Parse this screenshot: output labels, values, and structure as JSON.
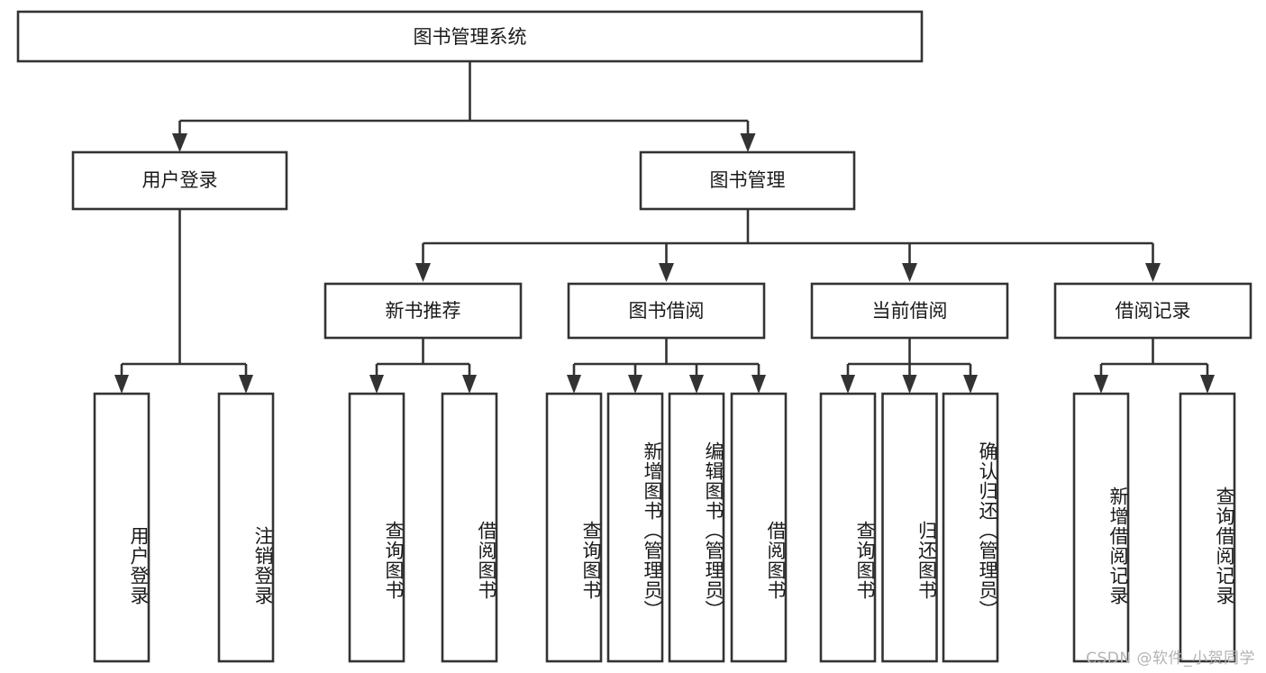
{
  "diagram": {
    "type": "tree-hierarchy",
    "title": "图书管理系统",
    "watermark": "CSDN @软件_小贺同学",
    "colors": {
      "stroke": "#333333",
      "fill": "#ffffff",
      "text": "#1a1a1a",
      "watermark": "#b4b4b4",
      "background": "#ffffff"
    },
    "root": {
      "id": "root",
      "label": "图书管理系统",
      "orientation": "horizontal"
    },
    "level2": [
      {
        "id": "user-login",
        "label": "用户登录",
        "orientation": "horizontal"
      },
      {
        "id": "book-management",
        "label": "图书管理",
        "orientation": "horizontal"
      }
    ],
    "level3": [
      {
        "id": "new-book-recommend",
        "label": "新书推荐",
        "parent": "book-management",
        "orientation": "horizontal"
      },
      {
        "id": "book-borrow",
        "label": "图书借阅",
        "parent": "book-management",
        "orientation": "horizontal"
      },
      {
        "id": "current-borrow",
        "label": "当前借阅",
        "parent": "book-management",
        "orientation": "horizontal"
      },
      {
        "id": "borrow-record",
        "label": "借阅记录",
        "parent": "book-management",
        "orientation": "horizontal"
      }
    ],
    "leaves": [
      {
        "id": "leaf-user-login",
        "label": "用户登录",
        "parent": "user-login",
        "orientation": "vertical"
      },
      {
        "id": "leaf-logout-login",
        "label": "注销登录",
        "parent": "user-login",
        "orientation": "vertical"
      },
      {
        "id": "leaf-query-book-1",
        "label": "查询图书",
        "parent": "new-book-recommend",
        "orientation": "vertical"
      },
      {
        "id": "leaf-borrow-book-1",
        "label": "借阅图书",
        "parent": "new-book-recommend",
        "orientation": "vertical"
      },
      {
        "id": "leaf-query-book-2",
        "label": "查询图书",
        "parent": "book-borrow",
        "orientation": "vertical"
      },
      {
        "id": "leaf-add-book-admin",
        "label": "新增图书（管理员）",
        "parent": "book-borrow",
        "orientation": "vertical"
      },
      {
        "id": "leaf-edit-book-admin",
        "label": "编辑图书（管理员）",
        "parent": "book-borrow",
        "orientation": "vertical"
      },
      {
        "id": "leaf-borrow-book-2",
        "label": "借阅图书",
        "parent": "book-borrow",
        "orientation": "vertical"
      },
      {
        "id": "leaf-query-book-3",
        "label": "查询图书",
        "parent": "current-borrow",
        "orientation": "vertical"
      },
      {
        "id": "leaf-return-book",
        "label": "归还图书",
        "parent": "current-borrow",
        "orientation": "vertical"
      },
      {
        "id": "leaf-confirm-return-admin",
        "label": "确认归还（管理员）",
        "parent": "current-borrow",
        "orientation": "vertical"
      },
      {
        "id": "leaf-add-borrow-record",
        "label": "新增借阅记录",
        "parent": "borrow-record",
        "orientation": "vertical"
      },
      {
        "id": "leaf-query-borrow-record",
        "label": "查询借阅记录",
        "parent": "borrow-record",
        "orientation": "vertical"
      }
    ]
  }
}
